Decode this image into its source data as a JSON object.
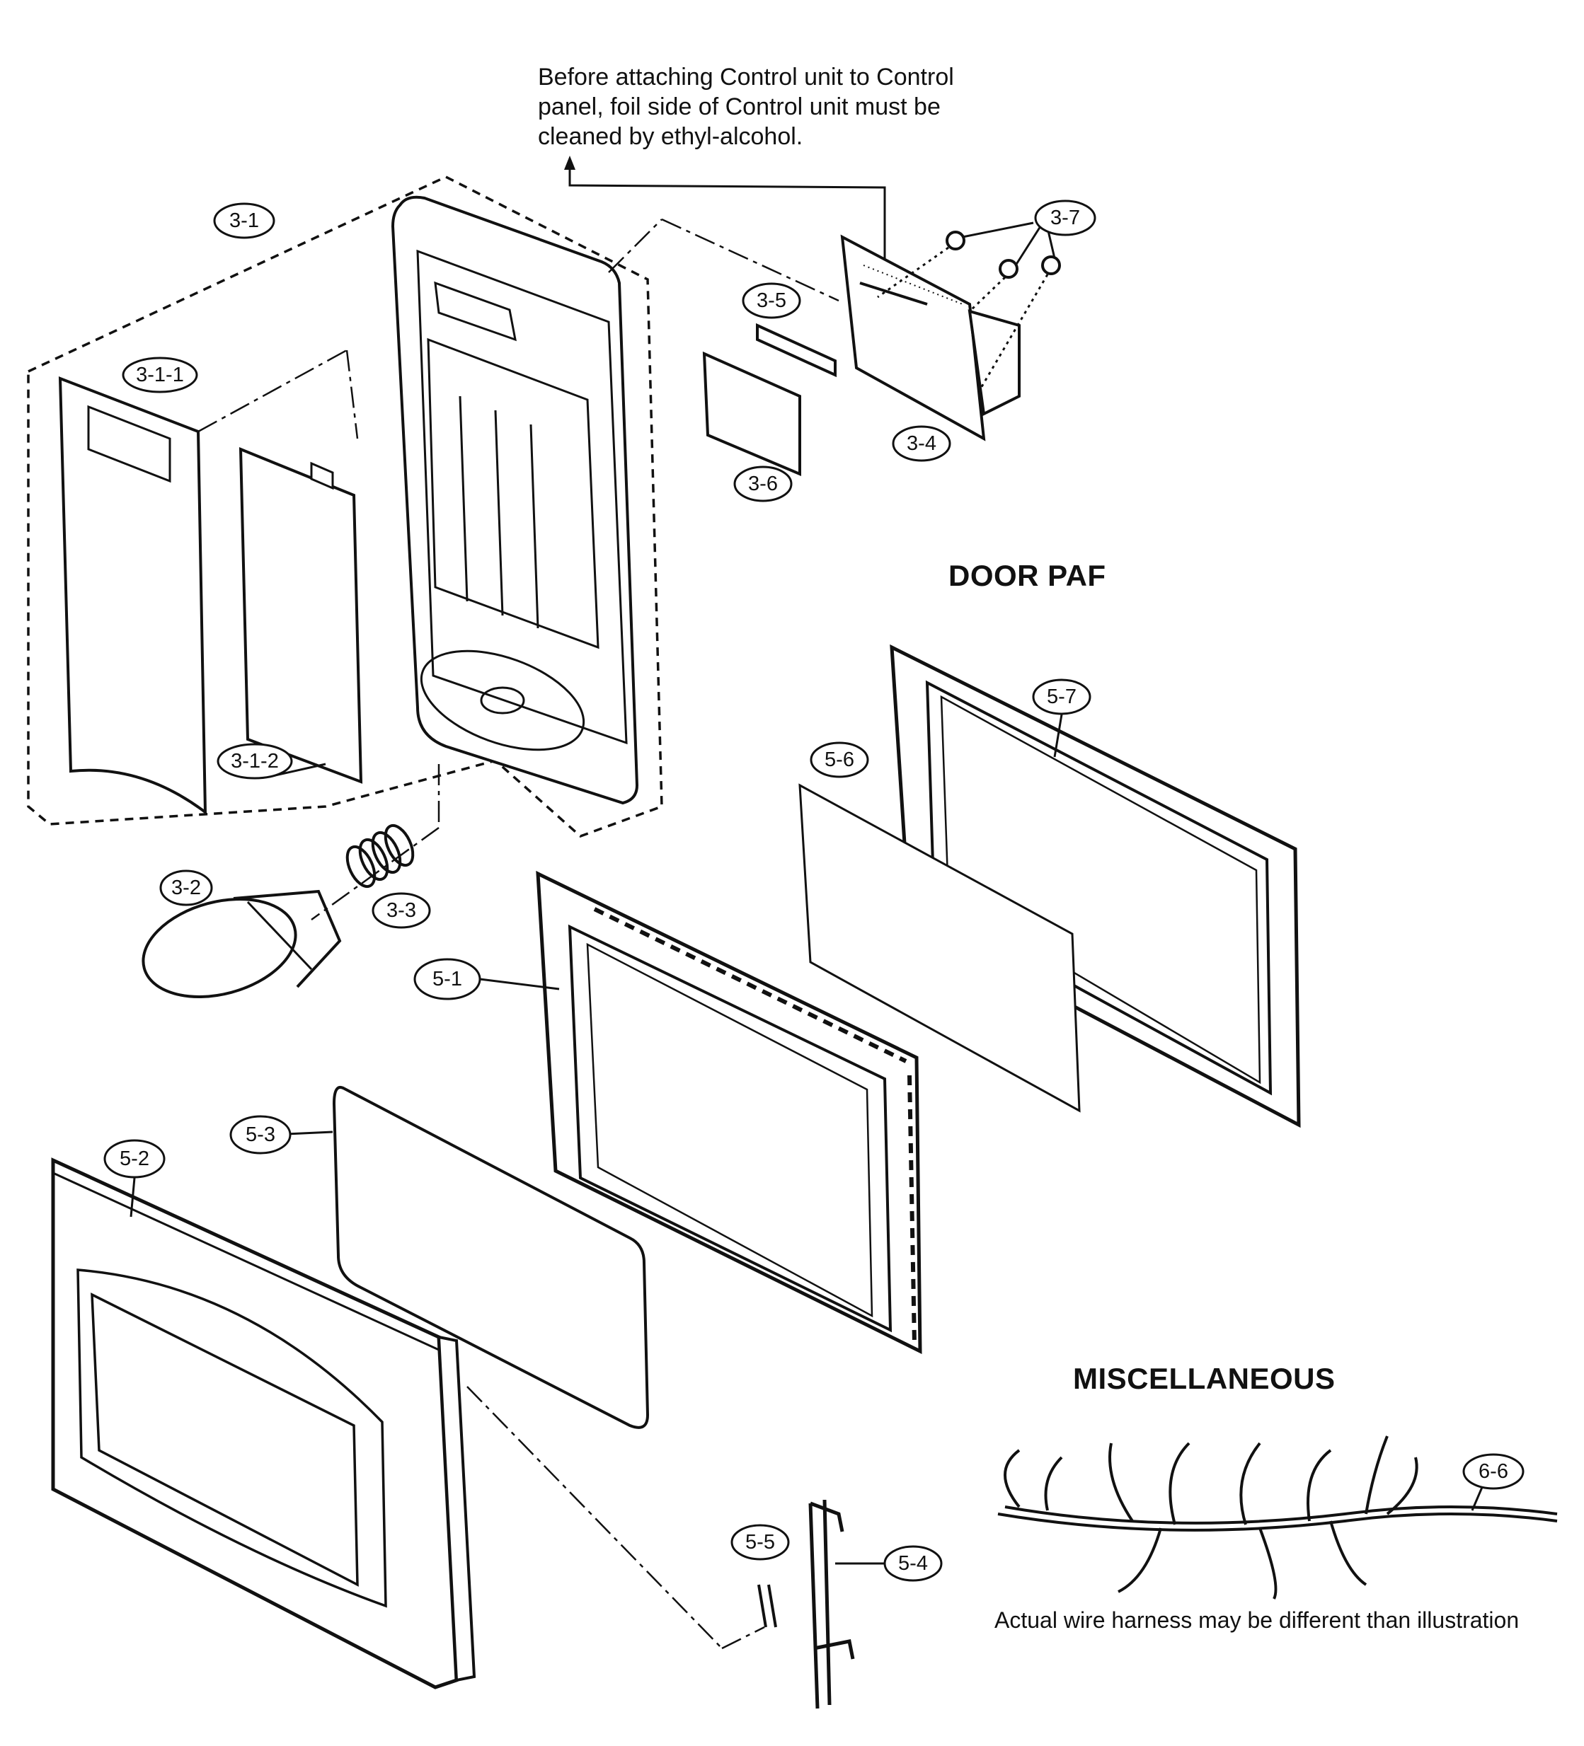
{
  "note": {
    "line1": "Before attaching Control unit to Control",
    "line2": "panel, foil side of Control unit must be",
    "line3": "cleaned by ethyl-alcohol."
  },
  "headings": {
    "door": "DOOR PAF",
    "misc": "MISCELLANEOUS"
  },
  "disclaimer": "Actual wire harness may be different than illustration",
  "callouts": {
    "c3_1": "3-1",
    "c3_1_1": "3-1-1",
    "c3_1_2": "3-1-2",
    "c3_2": "3-2",
    "c3_3": "3-3",
    "c3_4": "3-4",
    "c3_5": "3-5",
    "c3_6": "3-6",
    "c3_7": "3-7",
    "c5_1": "5-1",
    "c5_2": "5-2",
    "c5_3": "5-3",
    "c5_4": "5-4",
    "c5_5": "5-5",
    "c5_6": "5-6",
    "c5_7": "5-7",
    "c6_6": "6-6"
  }
}
